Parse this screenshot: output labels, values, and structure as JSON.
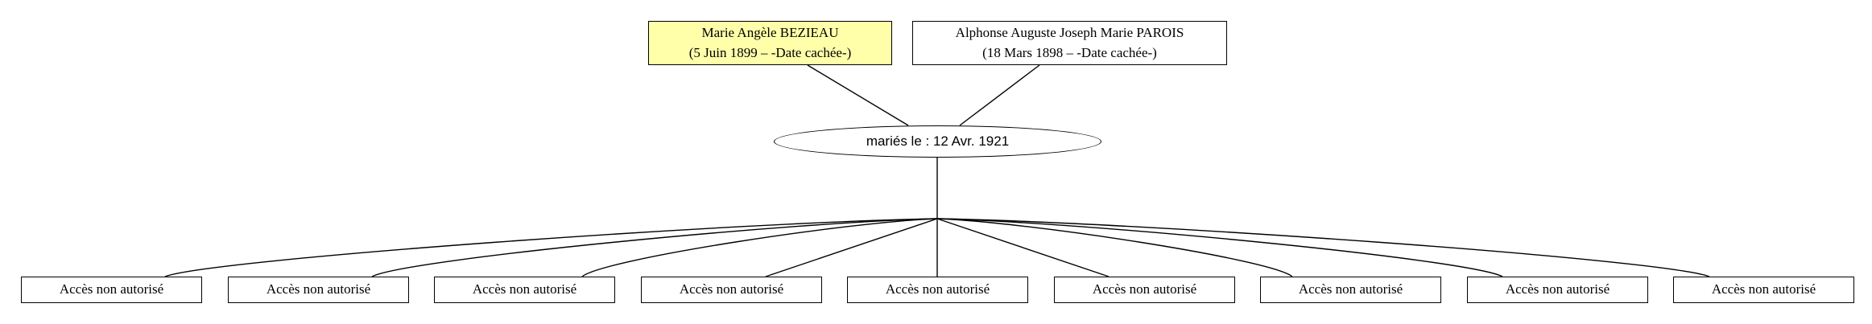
{
  "colors": {
    "highlight": "#ffffaa",
    "box": "#ffffff",
    "stroke": "#000000"
  },
  "parents": [
    {
      "name": "Marie Angèle BEZIEAU",
      "dates": "(5 Juin 1899 – -Date cachée-)",
      "highlighted": true
    },
    {
      "name": "Alphonse Auguste Joseph Marie PAROIS",
      "dates": "(18 Mars 1898 – -Date cachée-)",
      "highlighted": false
    }
  ],
  "marriage": {
    "label": "mariés le : 12 Avr. 1921"
  },
  "children": [
    {
      "label": "Accès non autorisé"
    },
    {
      "label": "Accès non autorisé"
    },
    {
      "label": "Accès non autorisé"
    },
    {
      "label": "Accès non autorisé"
    },
    {
      "label": "Accès non autorisé"
    },
    {
      "label": "Accès non autorisé"
    },
    {
      "label": "Accès non autorisé"
    },
    {
      "label": "Accès non autorisé"
    },
    {
      "label": "Accès non autorisé"
    }
  ]
}
